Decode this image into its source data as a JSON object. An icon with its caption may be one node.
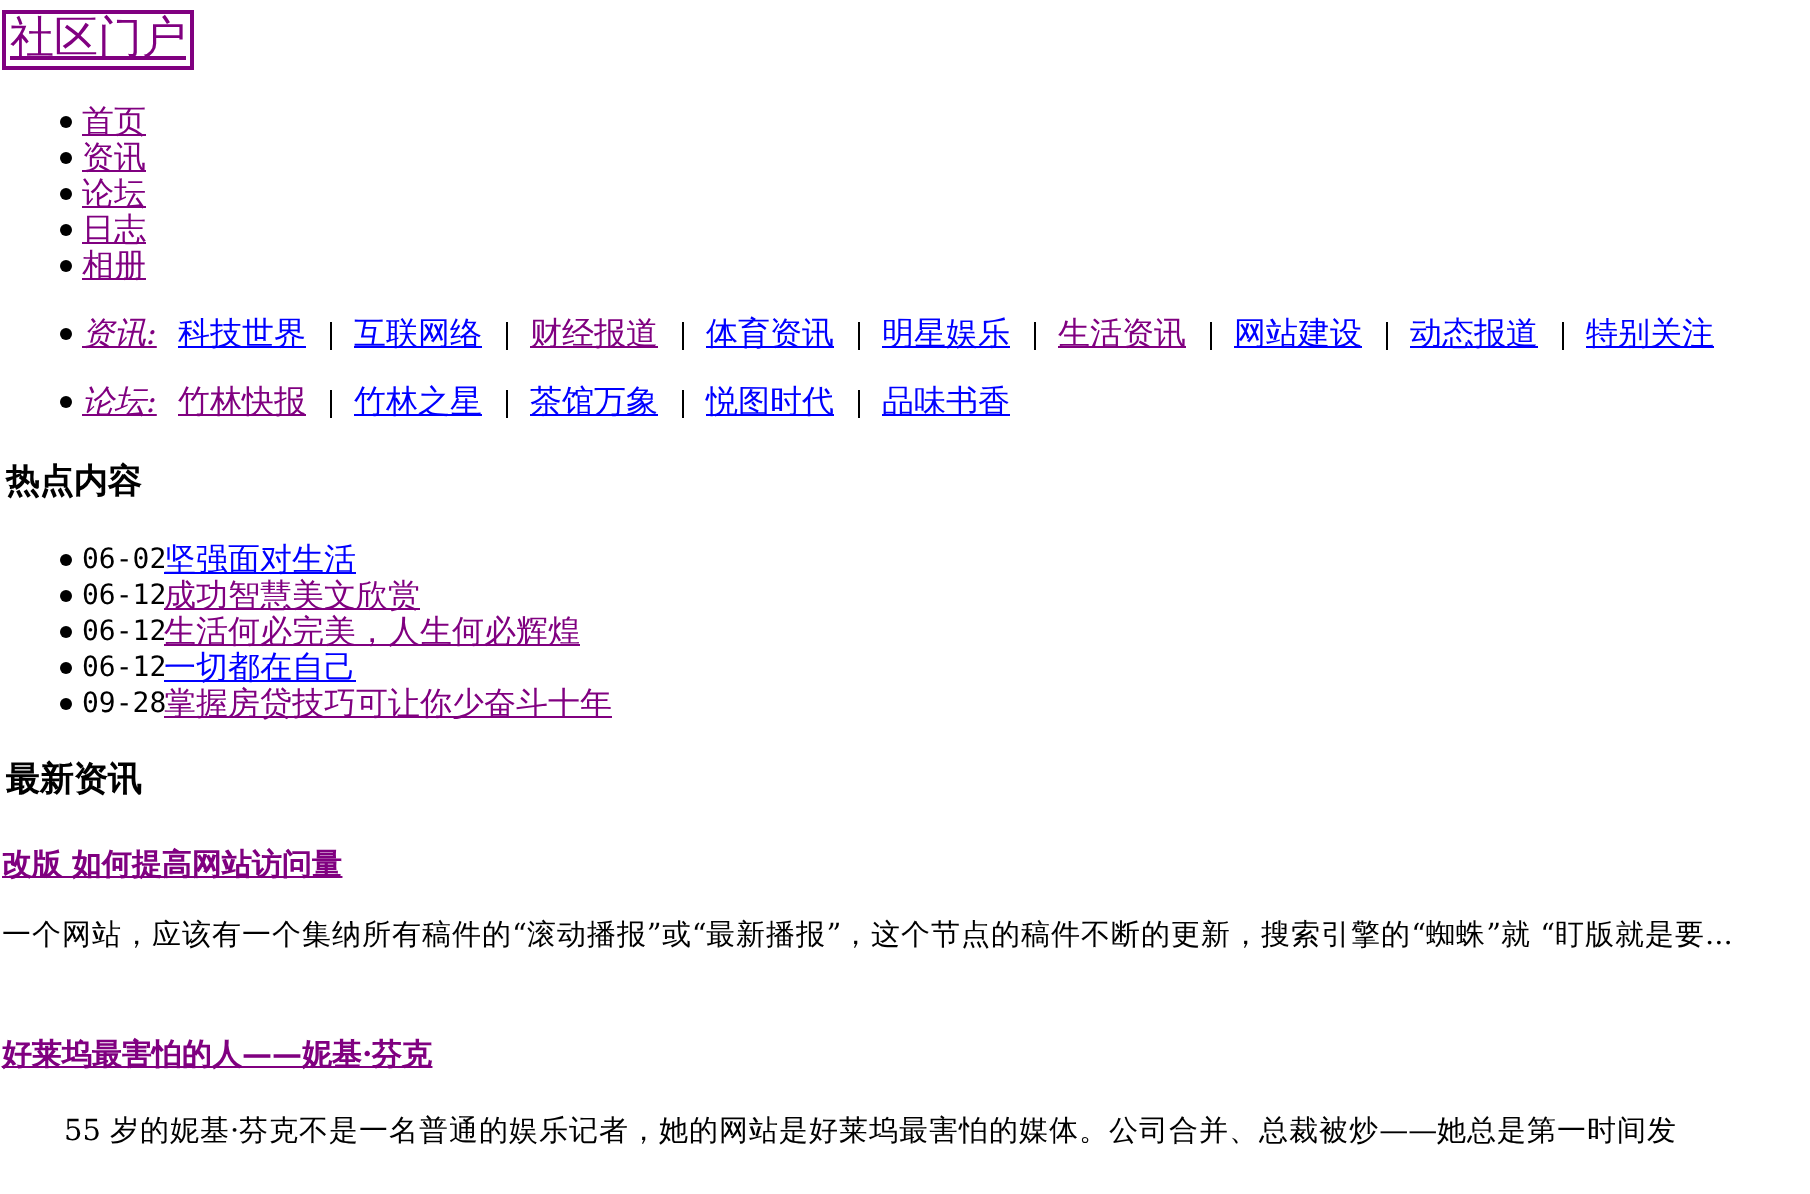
{
  "diagram": {
    "title": "社区门户",
    "labels": [
      "首页",
      "资讯",
      "论坛",
      "日志",
      "相册",
      "资讯:",
      "科技世界",
      "互联网络",
      "财经报道",
      "体育资讯",
      "明星娱乐",
      "生活资讯",
      "网站建设",
      "动态报道",
      "特别关注",
      "论坛:",
      "竹林快报",
      "竹林之星",
      "茶馆万象",
      "悦图时代",
      "品味书香",
      "热点内容",
      "06-02",
      "坚强面对生活",
      "06-12",
      "成功智慧美文欣赏",
      "06-12",
      "生活何必完美，人生何必辉煌",
      "06-12",
      "一切都在自己",
      "09-28",
      "掌握房贷技巧可让你少奋斗十年",
      "最新资讯",
      "改版 如何提高网站访问量",
      "一个网站，应该有一个集纳所有稿件的“滚动播报”或“最新播报”，这个节点的稿件不断的更新，搜索引擎的“蜘蛛”就 “盯版就是要...",
      "好莱坞最害怕的人——妮基·芬克",
      "55 岁的妮基·芬克不是一名普通的娱乐记者，她的网站是好莱坞最害怕的媒体。公司合并、总裁被炒——她总是第一时间发"
    ]
  }
}
